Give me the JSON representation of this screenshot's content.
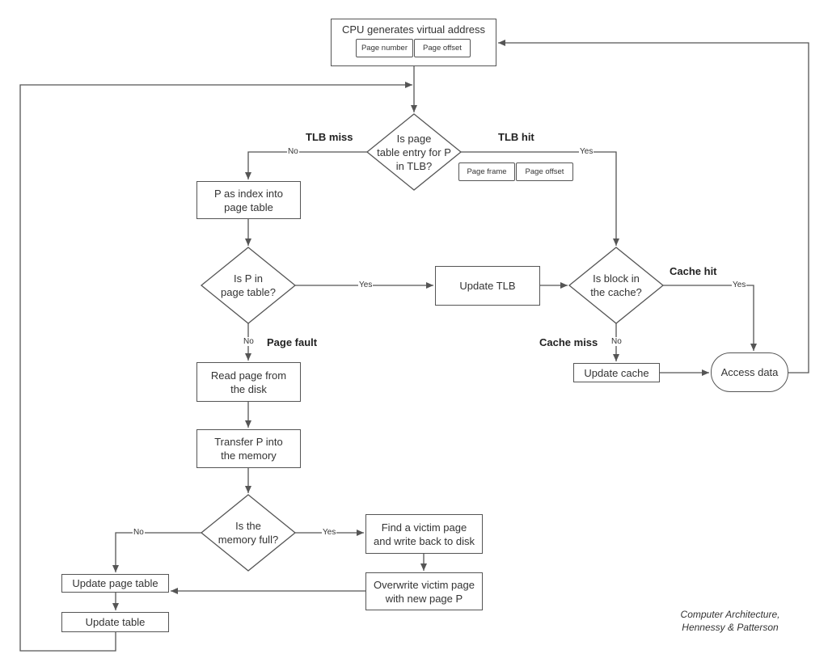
{
  "nodes": {
    "cpu_generates": "CPU generates virtual address",
    "page_number": "Page number",
    "page_offset_top": "Page offset",
    "tlb_decision": "Is page\ntable entry for P\nin TLB?",
    "page_frame": "Page frame",
    "page_offset_tlb": "Page offset",
    "p_index": "P as index into\npage table",
    "p_in_table": "Is P in\npage table?",
    "update_tlb": "Update TLB",
    "block_in_cache": "Is block in\nthe cache?",
    "read_page": "Read page from\nthe disk",
    "transfer_p": "Transfer P into\nthe memory",
    "memory_full": "Is the\nmemory full?",
    "find_victim": "Find a victim page\nand write back to disk",
    "overwrite_victim": "Overwrite victim page\nwith new page P",
    "update_page_table": "Update page table",
    "update_table": "Update table",
    "update_cache": "Update cache",
    "access_data": "Access data"
  },
  "labels": {
    "tlb_miss": "TLB miss",
    "tlb_hit": "TLB hit",
    "cache_hit": "Cache hit",
    "cache_miss": "Cache miss",
    "page_fault": "Page fault"
  },
  "edges": {
    "no_tlb": "No",
    "yes_tlb": "Yes",
    "yes_page_table": "Yes",
    "no_page_table": "No",
    "yes_cache": "Yes",
    "no_cache": "No",
    "no_memory": "No",
    "yes_memory": "Yes"
  },
  "caption": "Computer Architecture,\nHennessy & Patterson",
  "colors": {
    "stroke": "#555555",
    "text": "#333333",
    "background": "#ffffff"
  }
}
